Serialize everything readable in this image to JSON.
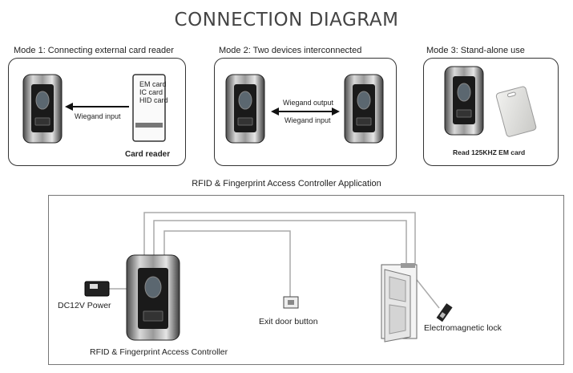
{
  "title": "CONNECTION DIAGRAM",
  "modes": [
    {
      "label": "Mode 1: Connecting external card reader",
      "card_types": [
        "EM card",
        "IC card",
        "HID card"
      ],
      "arrow_label": "Wiegand input",
      "caption": "Card reader"
    },
    {
      "label": "Mode 2: Two devices interconnected",
      "output_label": "Wiegand output",
      "input_label": "Wiegand input"
    },
    {
      "label": "Mode 3: Stand-alone use",
      "caption": "Read  125KHZ EM card"
    }
  ],
  "application": {
    "title": "RFID & Fingerprint Access Controller Application",
    "power_label": "DC12V Power",
    "exit_label": "Exit door button",
    "lock_label": "Electromagnetic lock",
    "controller_label": "RFID & Fingerprint Access Controller"
  }
}
